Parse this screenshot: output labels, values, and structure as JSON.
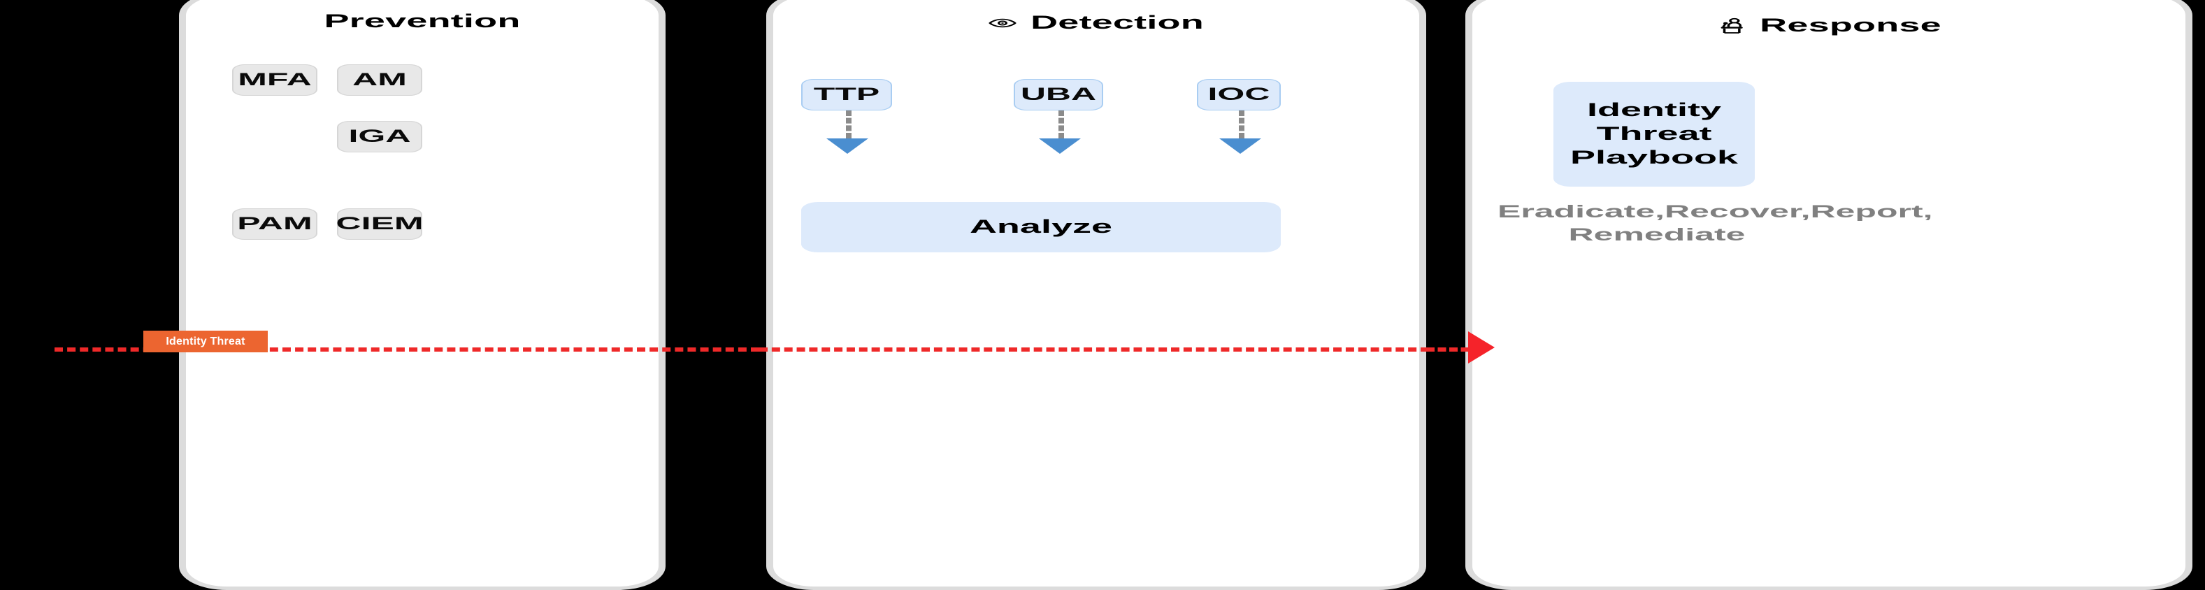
{
  "diagram": {
    "background_color": "#000000",
    "accent_threat_color": "#ec6530",
    "flow_line_color": "#ef2929",
    "panel_background": "#ffffff",
    "panel_border_color": "#dcdcdc"
  },
  "panels": [
    {
      "id": "prevention",
      "title": "Prevention",
      "icon": null,
      "chips": [
        {
          "label": "MFA"
        },
        {
          "label": "AM"
        },
        {
          "label": "IGA"
        },
        {
          "label": "PAM"
        },
        {
          "label": "CIEM"
        }
      ]
    },
    {
      "id": "detection",
      "title": "Detection",
      "icon": "eye-icon",
      "chips": [
        {
          "label": "TTP"
        },
        {
          "label": "UBA"
        },
        {
          "label": "IOC"
        }
      ],
      "result_block": "Analyze"
    },
    {
      "id": "response",
      "title": "Response",
      "icon": "podium-speaker-icon",
      "playbook": "Identity Threat\nPlaybook",
      "playbook_line1": "Identity Threat",
      "playbook_line2": "Playbook",
      "caption_line1": "Eradicate,Recover,Report,",
      "caption_line2": "Remediate"
    }
  ],
  "threat_flow": {
    "badge_label": "Identity Threat",
    "line_style": "dashed",
    "arrow_direction": "right"
  }
}
